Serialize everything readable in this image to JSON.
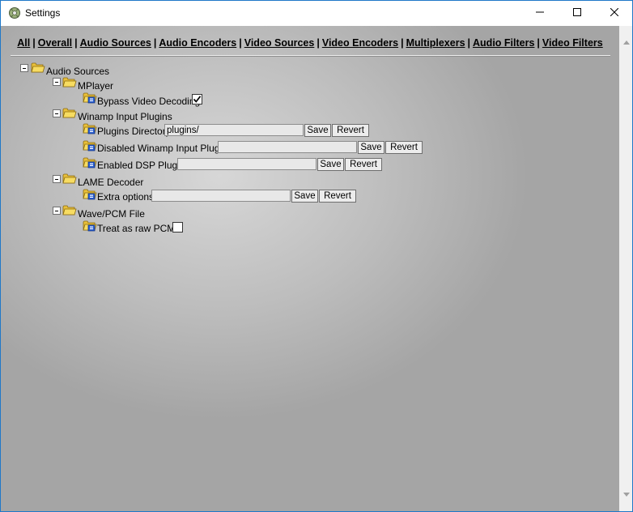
{
  "window": {
    "title": "Settings"
  },
  "nav": {
    "links": [
      "All",
      "Overall",
      "Audio Sources",
      "Audio Encoders",
      "Video Sources",
      "Video Encoders",
      "Multiplexers",
      "Audio Filters",
      "Video Filters"
    ],
    "separator": "|"
  },
  "tree": {
    "root": "Audio Sources",
    "mplayer": {
      "label": "MPlayer",
      "bypass_label": "Bypass Video Decoding",
      "bypass_checked": true
    },
    "winamp": {
      "label": "Winamp Input Plugins",
      "plugins_dir_label": "Plugins Directory",
      "plugins_dir_value": "plugins/",
      "disabled_label": "Disabled Winamp Input Plugins",
      "disabled_value": "",
      "dsp_label": "Enabled DSP Plugins",
      "dsp_value": ""
    },
    "lame": {
      "label": "LAME Decoder",
      "extra_label": "Extra options",
      "extra_value": ""
    },
    "wave": {
      "label": "Wave/PCM File",
      "raw_label": "Treat as raw PCM",
      "raw_checked": false
    }
  },
  "buttons": {
    "save": "Save",
    "revert": "Revert"
  },
  "icons": {
    "app": "settings-app-icon",
    "folder": "folder-icon",
    "setting": "folder-setting-icon",
    "minimize": "minimize-icon",
    "maximize": "maximize-icon",
    "close": "close-icon"
  },
  "colors": {
    "window_border": "#1f78c8",
    "folder_yellow": "#f2d14a",
    "setting_blue": "#2a5fd0"
  }
}
